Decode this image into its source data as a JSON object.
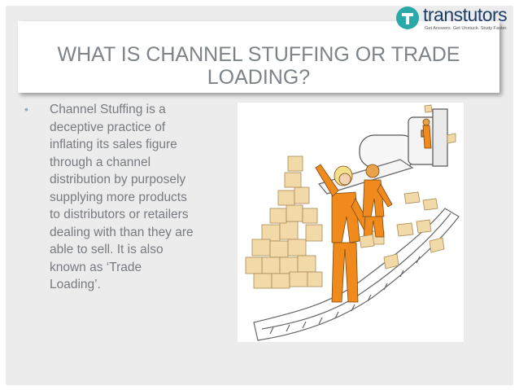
{
  "slide": {
    "title": "WHAT IS CHANNEL STUFFING OR TRADE LOADING?",
    "bullet": "Channel Stuffing is a deceptive practice of inflating its sales figure through a channel distribution by purposely supplying more products to distributors or retailers dealing with than they are able to sell. It is also known as ‘Trade Loading’."
  },
  "logo": {
    "name": "transtutors",
    "tagline": "Get Answers. Get Unstuck. Study Faster."
  },
  "colors": {
    "title_text": "#7d8388",
    "body_text": "#777b80",
    "panel_bg": "#ececec",
    "logo_teal": "#2aa9a8",
    "logo_navy": "#1c3f6a",
    "worker_orange": "#f08a1c",
    "box_tan": "#f2d9a8"
  }
}
